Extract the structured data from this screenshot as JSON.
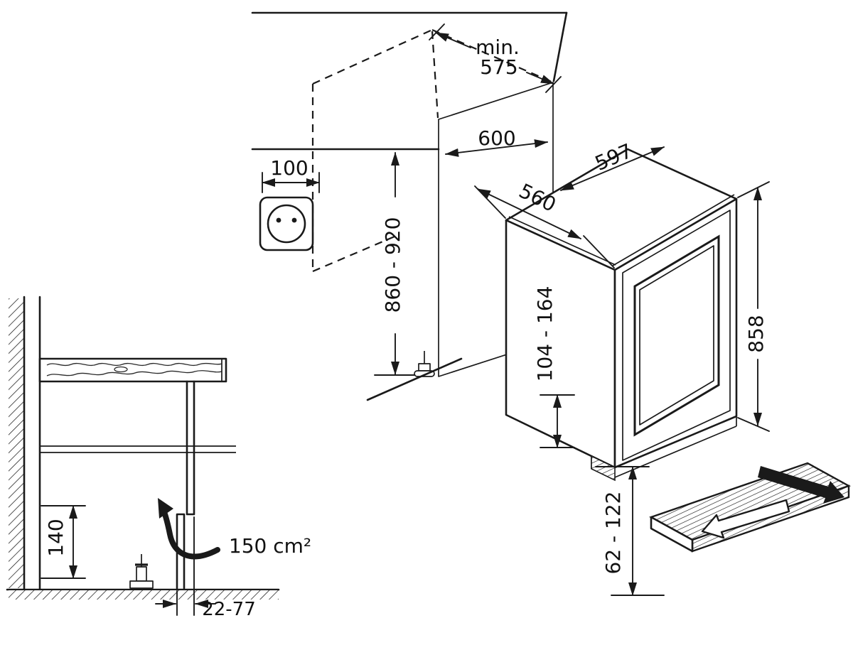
{
  "colors": {
    "line": "#1a1a1a",
    "panel_grey": "#d8d8d8"
  },
  "labels": {
    "niche_depth_min": "min.",
    "niche_depth": "575",
    "socket_offset": "100",
    "niche_width": "600",
    "niche_height": "860 - 920",
    "appliance_width": "597",
    "appliance_depth": "560",
    "appliance_height": "858",
    "base_recess_height": "104 - 164",
    "vent_clearance": "62 - 122",
    "plinth_air_height": "140",
    "vent_cross_section": "150 cm²",
    "plinth_recess_depth": "22-77"
  }
}
